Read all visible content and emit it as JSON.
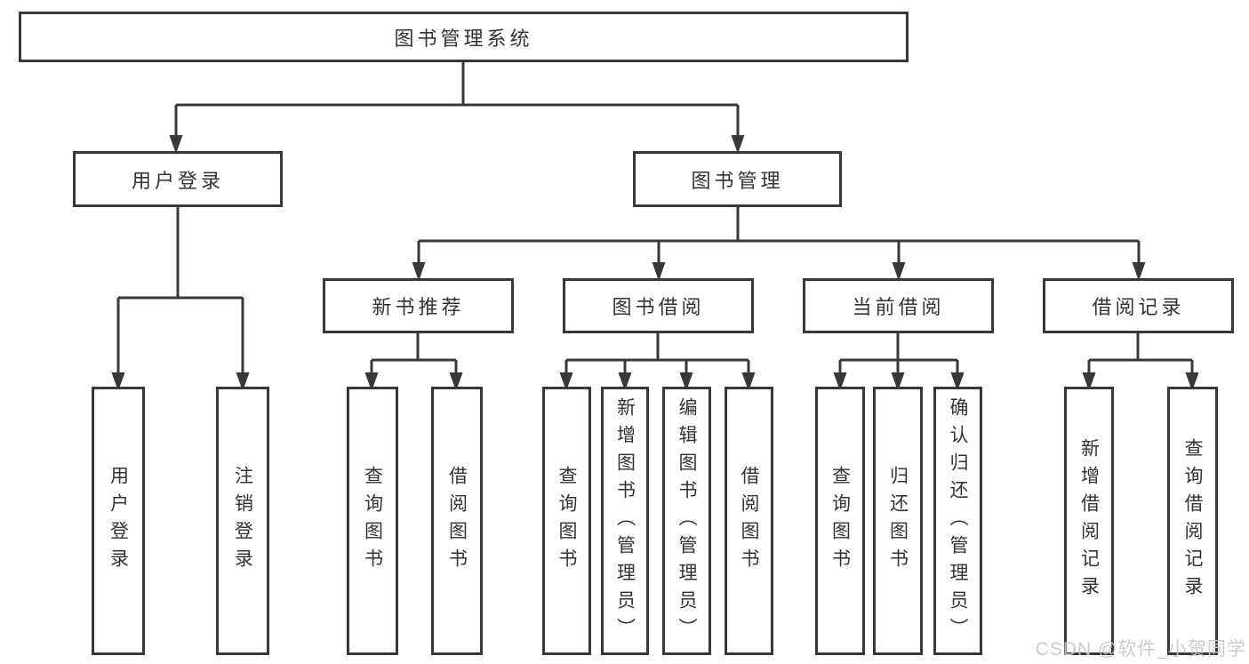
{
  "colors": {
    "line": "#383838",
    "border": "#383838",
    "text": "#333333",
    "box_background": "#ffffff",
    "watermark": "#c6c9cd"
  },
  "nodes": {
    "root": {
      "label": "图书管理系统"
    },
    "user_login": {
      "label": "用户登录"
    },
    "book_mgmt": {
      "label": "图书管理"
    },
    "new_book_rec": {
      "label": "新书推荐"
    },
    "book_borrow": {
      "label": "图书借阅"
    },
    "current_borrow": {
      "label": "当前借阅"
    },
    "borrow_records": {
      "label": "借阅记录"
    },
    "leaf_user_login": {
      "label": "用户登录"
    },
    "leaf_logout": {
      "label": "注销登录"
    },
    "leaf_nbr_query": {
      "label": "查询图书"
    },
    "leaf_nbr_borrow": {
      "label": "借阅图书"
    },
    "leaf_bb_query": {
      "label": "查询图书"
    },
    "leaf_bb_add": {
      "label": "新增图书（管理员）"
    },
    "leaf_bb_edit": {
      "label": "编辑图书（管理员）"
    },
    "leaf_bb_borrow": {
      "label": "借阅图书"
    },
    "leaf_cb_query": {
      "label": "查询图书"
    },
    "leaf_cb_return": {
      "label": "归还图书"
    },
    "leaf_cb_confirm": {
      "label": "确认归还（管理员）"
    },
    "leaf_br_add": {
      "label": "新增借阅记录"
    },
    "leaf_br_query": {
      "label": "查询借阅记录"
    }
  },
  "hierarchy": {
    "图书管理系统": {
      "用户登录": [
        "用户登录",
        "注销登录"
      ],
      "图书管理": {
        "新书推荐": [
          "查询图书",
          "借阅图书"
        ],
        "图书借阅": [
          "查询图书",
          "新增图书（管理员）",
          "编辑图书（管理员）",
          "借阅图书"
        ],
        "当前借阅": [
          "查询图书",
          "归还图书",
          "确认归还（管理员）"
        ],
        "借阅记录": [
          "新增借阅记录",
          "查询借阅记录"
        ]
      }
    }
  },
  "watermark": {
    "text": "CSDN @软件_小贺同学"
  }
}
